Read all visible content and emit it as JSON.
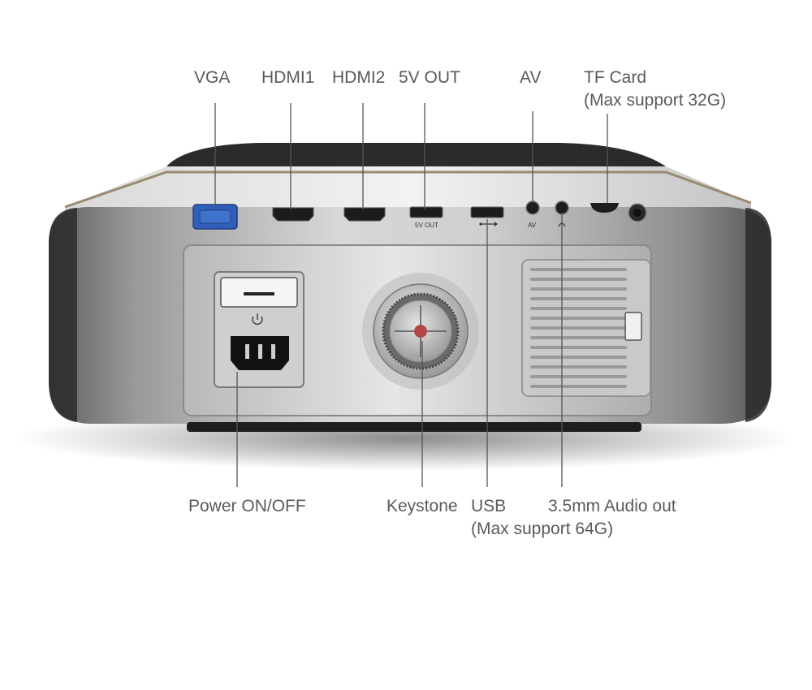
{
  "top_labels": {
    "vga": "VGA",
    "hdmi1": "HDMI1",
    "hdmi2": "HDMI2",
    "out5v": "5V OUT",
    "av": "AV",
    "tf_card": "TF Card",
    "tf_card_note": "(Max support 32G)"
  },
  "bottom_labels": {
    "power": "Power ON/OFF",
    "keystone": "Keystone",
    "usb": "USB",
    "usb_note": "(Max support 64G)",
    "audio": "3.5mm Audio out"
  },
  "panel_markings": {
    "out5v": "5V OUT",
    "av": "AV"
  },
  "colors": {
    "vga_port": "#2f5fb8",
    "keystone_dot": "#b24848",
    "leader_line": "#555555"
  }
}
